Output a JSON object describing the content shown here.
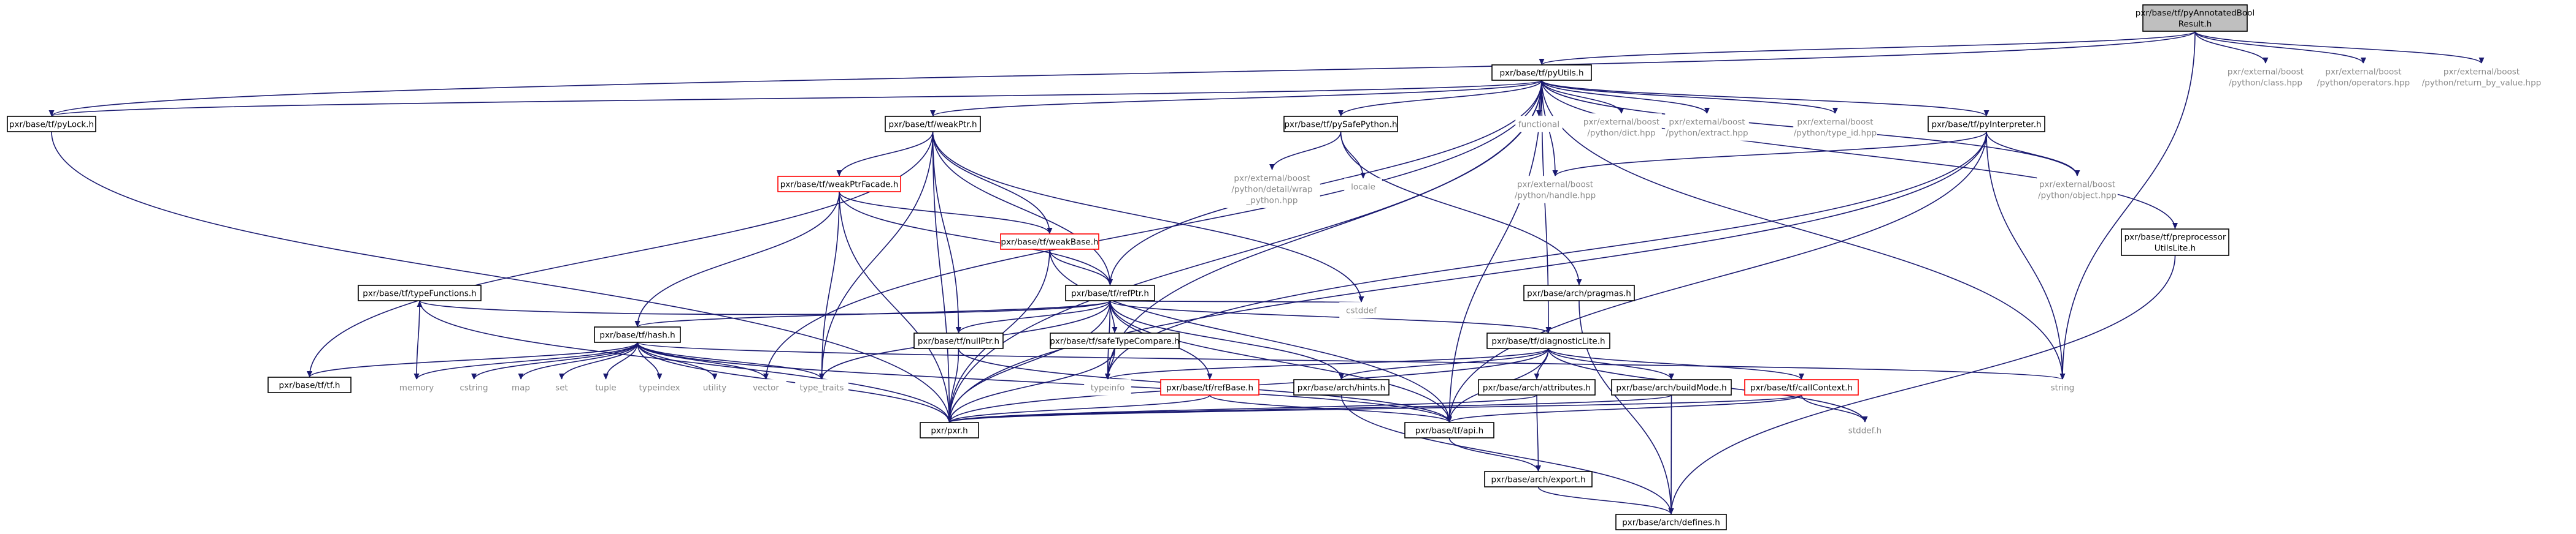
{
  "nodes": [
    {
      "id": "root",
      "lines": [
        "pxr/base/tf/pyAnnotatedBool",
        "Result.h"
      ],
      "kind": "root"
    },
    {
      "id": "pyUtils",
      "lines": [
        "pxr/base/tf/pyUtils.h"
      ],
      "kind": "int"
    },
    {
      "id": "bpClass",
      "lines": [
        "pxr/external/boost",
        "/python/class.hpp"
      ],
      "kind": "ext"
    },
    {
      "id": "bpOperators",
      "lines": [
        "pxr/external/boost",
        "/python/operators.hpp"
      ],
      "kind": "ext"
    },
    {
      "id": "bpReturn",
      "lines": [
        "pxr/external/boost",
        "/python/return_by_value.hpp"
      ],
      "kind": "ext"
    },
    {
      "id": "pyLock",
      "lines": [
        "pxr/base/tf/pyLock.h"
      ],
      "kind": "int"
    },
    {
      "id": "weakPtr",
      "lines": [
        "pxr/base/tf/weakPtr.h"
      ],
      "kind": "int"
    },
    {
      "id": "pySafePython",
      "lines": [
        "pxr/base/tf/pySafePython.h"
      ],
      "kind": "int"
    },
    {
      "id": "functional",
      "lines": [
        "functional"
      ],
      "kind": "ext"
    },
    {
      "id": "bpDict",
      "lines": [
        "pxr/external/boost",
        "/python/dict.hpp"
      ],
      "kind": "ext"
    },
    {
      "id": "bpExtract",
      "lines": [
        "pxr/external/boost",
        "/python/extract.hpp"
      ],
      "kind": "ext"
    },
    {
      "id": "bpTypeId",
      "lines": [
        "pxr/external/boost",
        "/python/type_id.hpp"
      ],
      "kind": "ext"
    },
    {
      "id": "pyInterpreter",
      "lines": [
        "pxr/base/tf/pyInterpreter.h"
      ],
      "kind": "int"
    },
    {
      "id": "weakPtrFacade",
      "lines": [
        "pxr/base/tf/weakPtrFacade.h"
      ],
      "kind": "red"
    },
    {
      "id": "bpWrap",
      "lines": [
        "pxr/external/boost",
        "/python/detail/wrap",
        "_python.hpp"
      ],
      "kind": "ext"
    },
    {
      "id": "locale",
      "lines": [
        "locale"
      ],
      "kind": "ext"
    },
    {
      "id": "bpHandle",
      "lines": [
        "pxr/external/boost",
        "/python/handle.hpp"
      ],
      "kind": "ext"
    },
    {
      "id": "bpObject",
      "lines": [
        "pxr/external/boost",
        "/python/object.hpp"
      ],
      "kind": "ext"
    },
    {
      "id": "preprocessor",
      "lines": [
        "pxr/base/tf/preprocessor",
        "UtilsLite.h"
      ],
      "kind": "int"
    },
    {
      "id": "weakBase",
      "lines": [
        "pxr/base/tf/weakBase.h"
      ],
      "kind": "red"
    },
    {
      "id": "pragmas",
      "lines": [
        "pxr/base/arch/pragmas.h"
      ],
      "kind": "int"
    },
    {
      "id": "refPtr",
      "lines": [
        "pxr/base/tf/refPtr.h"
      ],
      "kind": "int"
    },
    {
      "id": "typeFunctions",
      "lines": [
        "pxr/base/tf/typeFunctions.h"
      ],
      "kind": "int"
    },
    {
      "id": "hash",
      "lines": [
        "pxr/base/tf/hash.h"
      ],
      "kind": "int"
    },
    {
      "id": "nullPtr",
      "lines": [
        "pxr/base/tf/nullPtr.h"
      ],
      "kind": "int"
    },
    {
      "id": "safeTypeCompare",
      "lines": [
        "pxr/base/tf/safeTypeCompare.h"
      ],
      "kind": "int"
    },
    {
      "id": "cstddef",
      "lines": [
        "cstddef"
      ],
      "kind": "ext"
    },
    {
      "id": "diagnosticLite",
      "lines": [
        "pxr/base/tf/diagnosticLite.h"
      ],
      "kind": "int"
    },
    {
      "id": "tfH",
      "lines": [
        "pxr/base/tf/tf.h"
      ],
      "kind": "int"
    },
    {
      "id": "memory",
      "lines": [
        "memory"
      ],
      "kind": "ext"
    },
    {
      "id": "cstring",
      "lines": [
        "cstring"
      ],
      "kind": "ext"
    },
    {
      "id": "map",
      "lines": [
        "map"
      ],
      "kind": "ext"
    },
    {
      "id": "set",
      "lines": [
        "set"
      ],
      "kind": "ext"
    },
    {
      "id": "tuple",
      "lines": [
        "tuple"
      ],
      "kind": "ext"
    },
    {
      "id": "typeindex",
      "lines": [
        "typeindex"
      ],
      "kind": "ext"
    },
    {
      "id": "utility",
      "lines": [
        "utility"
      ],
      "kind": "ext"
    },
    {
      "id": "vector",
      "lines": [
        "vector"
      ],
      "kind": "ext"
    },
    {
      "id": "typeTraits",
      "lines": [
        "type_traits"
      ],
      "kind": "ext"
    },
    {
      "id": "typeinfo",
      "lines": [
        "typeinfo"
      ],
      "kind": "ext"
    },
    {
      "id": "refBase",
      "lines": [
        "pxr/base/tf/refBase.h"
      ],
      "kind": "red"
    },
    {
      "id": "hints",
      "lines": [
        "pxr/base/arch/hints.h"
      ],
      "kind": "int"
    },
    {
      "id": "attributes",
      "lines": [
        "pxr/base/arch/attributes.h"
      ],
      "kind": "int"
    },
    {
      "id": "buildMode",
      "lines": [
        "pxr/base/arch/buildMode.h"
      ],
      "kind": "int"
    },
    {
      "id": "callContext",
      "lines": [
        "pxr/base/tf/callContext.h"
      ],
      "kind": "red"
    },
    {
      "id": "string",
      "lines": [
        "string"
      ],
      "kind": "ext"
    },
    {
      "id": "pxrH",
      "lines": [
        "pxr/pxr.h"
      ],
      "kind": "int"
    },
    {
      "id": "apiH",
      "lines": [
        "pxr/base/tf/api.h"
      ],
      "kind": "int"
    },
    {
      "id": "stddef",
      "lines": [
        "stddef.h"
      ],
      "kind": "ext"
    },
    {
      "id": "exportH",
      "lines": [
        "pxr/base/arch/export.h"
      ],
      "kind": "int"
    },
    {
      "id": "defines",
      "lines": [
        "pxr/base/arch/defines.h"
      ],
      "kind": "int"
    }
  ],
  "edges": [
    [
      "root",
      "pyUtils"
    ],
    [
      "root",
      "bpClass"
    ],
    [
      "root",
      "bpOperators"
    ],
    [
      "root",
      "bpReturn"
    ],
    [
      "root",
      "pyLock"
    ],
    [
      "root",
      "string"
    ],
    [
      "pyUtils",
      "pyLock"
    ],
    [
      "pyUtils",
      "weakPtr"
    ],
    [
      "pyUtils",
      "pySafePython"
    ],
    [
      "pyUtils",
      "functional"
    ],
    [
      "pyUtils",
      "bpDict"
    ],
    [
      "pyUtils",
      "bpExtract"
    ],
    [
      "pyUtils",
      "bpTypeId"
    ],
    [
      "pyUtils",
      "pyInterpreter"
    ],
    [
      "pyUtils",
      "bpHandle"
    ],
    [
      "pyUtils",
      "bpObject"
    ],
    [
      "pyUtils",
      "preprocessor"
    ],
    [
      "pyUtils",
      "string"
    ],
    [
      "pyUtils",
      "refPtr"
    ],
    [
      "pyUtils",
      "diagnosticLite"
    ],
    [
      "pyUtils",
      "pxrH"
    ],
    [
      "pyUtils",
      "apiH"
    ],
    [
      "pyUtils",
      "vector"
    ],
    [
      "pyUtils",
      "typeinfo"
    ],
    [
      "pyLock",
      "pxrH"
    ],
    [
      "weakPtr",
      "weakPtrFacade"
    ],
    [
      "weakPtr",
      "weakBase"
    ],
    [
      "weakPtr",
      "refPtr"
    ],
    [
      "weakPtr",
      "nullPtr"
    ],
    [
      "weakPtr",
      "tfH"
    ],
    [
      "weakPtr",
      "typeTraits"
    ],
    [
      "weakPtr",
      "cstddef"
    ],
    [
      "weakPtr",
      "pxrH"
    ],
    [
      "pySafePython",
      "bpWrap"
    ],
    [
      "pySafePython",
      "locale"
    ],
    [
      "pySafePython",
      "pragmas"
    ],
    [
      "pyInterpreter",
      "bpHandle"
    ],
    [
      "pyInterpreter",
      "bpObject"
    ],
    [
      "pyInterpreter",
      "string"
    ],
    [
      "pyInterpreter",
      "pxrH"
    ],
    [
      "pyInterpreter",
      "apiH"
    ],
    [
      "pyInterpreter",
      "typeinfo"
    ],
    [
      "weakPtrFacade",
      "weakBase"
    ],
    [
      "weakPtrFacade",
      "refPtr"
    ],
    [
      "weakPtrFacade",
      "hash"
    ],
    [
      "weakPtrFacade",
      "typeTraits"
    ],
    [
      "weakPtrFacade",
      "pxrH"
    ],
    [
      "preprocessor",
      "defines"
    ],
    [
      "weakBase",
      "refPtr"
    ],
    [
      "weakBase",
      "apiH"
    ],
    [
      "weakBase",
      "pxrH"
    ],
    [
      "pragmas",
      "defines"
    ],
    [
      "refPtr",
      "typeFunctions"
    ],
    [
      "refPtr",
      "hash"
    ],
    [
      "refPtr",
      "nullPtr"
    ],
    [
      "refPtr",
      "safeTypeCompare"
    ],
    [
      "refPtr",
      "cstddef"
    ],
    [
      "refPtr",
      "diagnosticLite"
    ],
    [
      "refPtr",
      "refBase"
    ],
    [
      "refPtr",
      "hints"
    ],
    [
      "refPtr",
      "typeTraits"
    ],
    [
      "refPtr",
      "typeinfo"
    ],
    [
      "refPtr",
      "pxrH"
    ],
    [
      "refPtr",
      "apiH"
    ],
    [
      "typeFunctions",
      "memory"
    ],
    [
      "typeFunctions",
      "pxrH"
    ],
    [
      "hash",
      "tfH"
    ],
    [
      "hash",
      "memory"
    ],
    [
      "hash",
      "cstring"
    ],
    [
      "hash",
      "map"
    ],
    [
      "hash",
      "set"
    ],
    [
      "hash",
      "tuple"
    ],
    [
      "hash",
      "typeindex"
    ],
    [
      "hash",
      "utility"
    ],
    [
      "hash",
      "vector"
    ],
    [
      "hash",
      "typeTraits"
    ],
    [
      "hash",
      "string"
    ],
    [
      "hash",
      "pxrH"
    ],
    [
      "hash",
      "apiH"
    ],
    [
      "nullPtr",
      "pxrH"
    ],
    [
      "nullPtr",
      "apiH"
    ],
    [
      "safeTypeCompare",
      "typeinfo"
    ],
    [
      "safeTypeCompare",
      "pxrH"
    ],
    [
      "diagnosticLite",
      "attributes"
    ],
    [
      "diagnosticLite",
      "buildMode"
    ],
    [
      "diagnosticLite",
      "callContext"
    ],
    [
      "diagnosticLite",
      "hints"
    ],
    [
      "diagnosticLite",
      "pxrH"
    ],
    [
      "diagnosticLite",
      "apiH"
    ],
    [
      "diagnosticLite",
      "stddef"
    ],
    [
      "diagnosticLite",
      "typeinfo"
    ],
    [
      "refBase",
      "pxrH"
    ],
    [
      "refBase",
      "apiH"
    ],
    [
      "hints",
      "defines"
    ],
    [
      "attributes",
      "exportH"
    ],
    [
      "attributes",
      "pxrH"
    ],
    [
      "buildMode",
      "defines"
    ],
    [
      "buildMode",
      "pxrH"
    ],
    [
      "callContext",
      "pxrH"
    ],
    [
      "callContext",
      "apiH"
    ],
    [
      "callContext",
      "stddef"
    ],
    [
      "apiH",
      "exportH"
    ],
    [
      "exportH",
      "defines"
    ]
  ]
}
